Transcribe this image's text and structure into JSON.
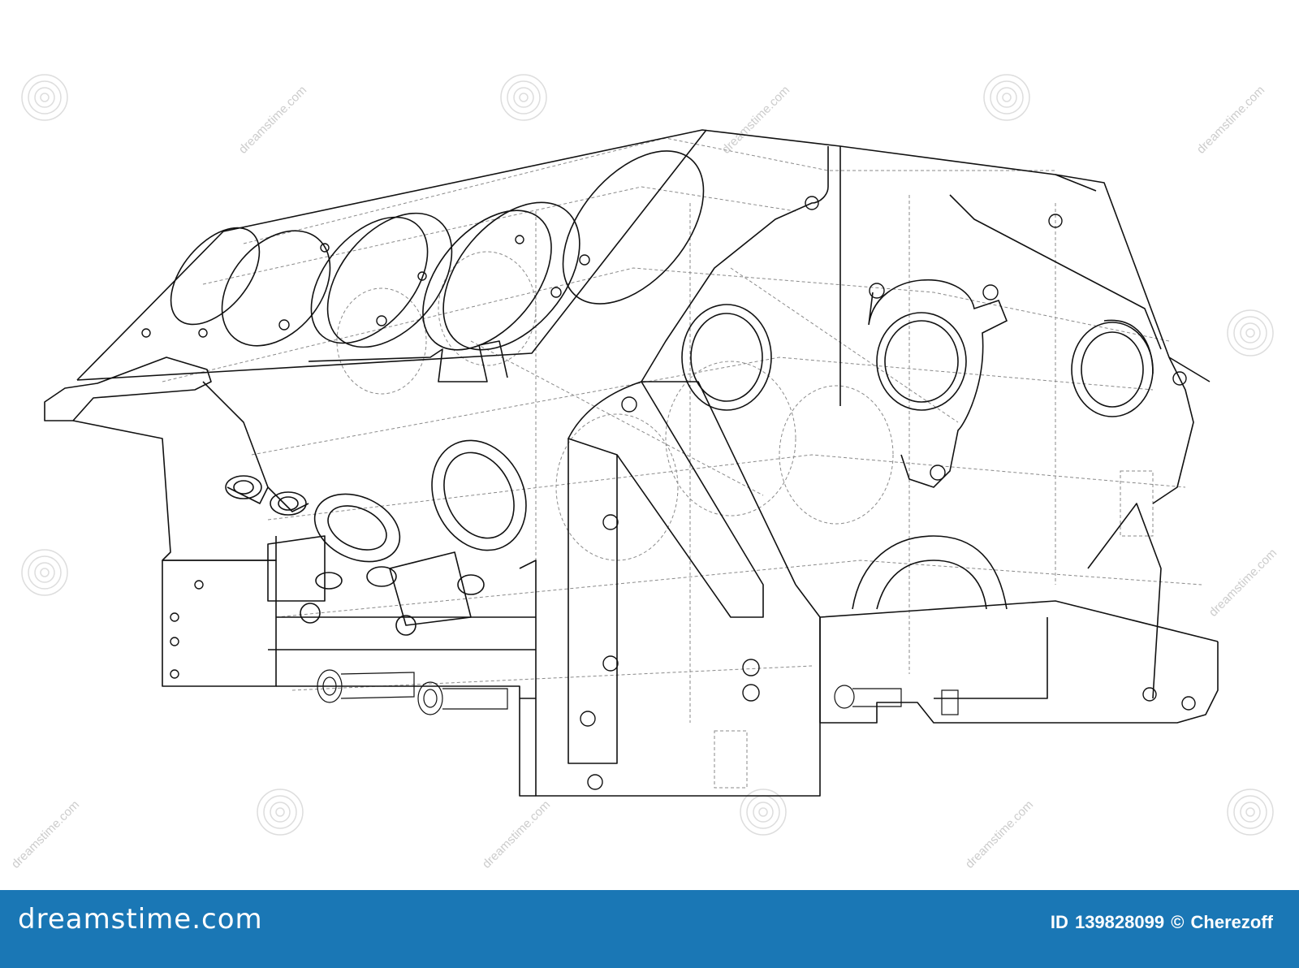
{
  "watermark": {
    "text": "dreamstime.com"
  },
  "footer": {
    "brand": "dreamstime.com",
    "id_label": "ID",
    "image_id": "139828099",
    "copyright_symbol": "©",
    "author": "Cherezoff"
  },
  "colors": {
    "footer_background": "#1a77b5",
    "line_art": "#111111",
    "hidden_lines": "#8a8a8a",
    "watermark": "#d0d0d0"
  },
  "illustration": {
    "subject": "engine-cylinder-block-wireframe-icon"
  }
}
